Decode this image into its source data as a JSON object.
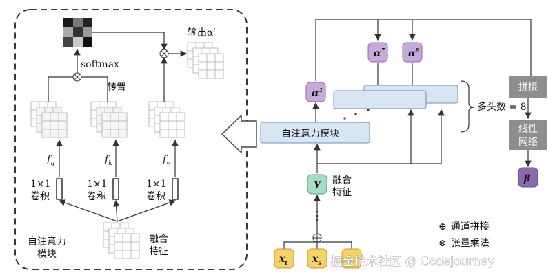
{
  "left_panel": {
    "softmax_label": "softmax",
    "transpose_label": "转置",
    "output_label": "输出α",
    "output_sup": "i",
    "fq": "f",
    "fq_sub": "q",
    "fk": "f",
    "fk_sub": "k",
    "fv": "f",
    "fv_sub": "v",
    "conv_size": "1×1",
    "conv_label": "卷积",
    "module_label_line1": "自注意力",
    "module_label_line2": "模块",
    "fusion_line1": "融合",
    "fusion_line2": "特征"
  },
  "right_panel": {
    "attention_block": "自注意力模块",
    "alpha1": "α",
    "alpha1_sup": "1",
    "alpha7": "α",
    "alpha7_sup": "7",
    "alpha8": "α",
    "alpha8_sup": "8",
    "heads_label": "多头数 = 8",
    "concat_label": "拼接",
    "linear_line1": "线性",
    "linear_line2": "网络",
    "beta": "β",
    "y_label": "Y",
    "fusion_line1": "融合",
    "fusion_line2": "特征",
    "xt": "x",
    "xt_sub": "t",
    "xs": "x",
    "xs_sub": "s"
  },
  "legend": {
    "concat_symbol": "⊕",
    "concat_text": "通道拼接",
    "mult_symbol": "⊗",
    "mult_text": "张量乘法"
  },
  "watermark": "掘金技术社区 @ CodeJourney",
  "colors": {
    "purple": "#c7a9dc",
    "purple_border": "#8d68ad",
    "green": "#a6dcc3",
    "green_border": "#4f9e7b",
    "yellow": "#f4d26b",
    "yellow_border": "#c99a1a",
    "blue": "#d8e6f3",
    "blue_border": "#6f8fb3",
    "gray": "#8e8e8e"
  }
}
